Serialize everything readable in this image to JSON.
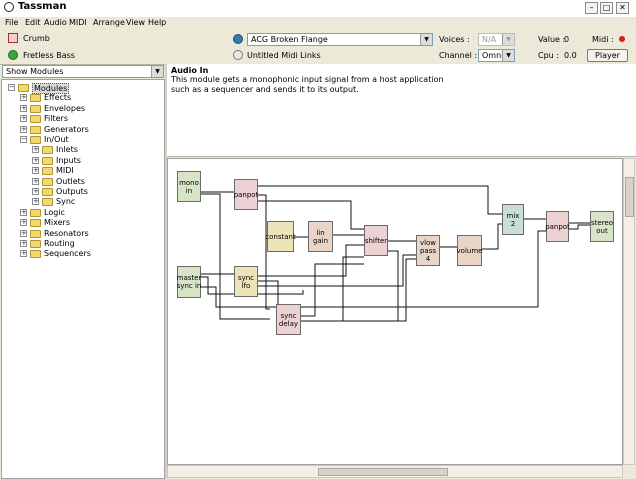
{
  "window": {
    "title": "Tassman",
    "min": "–",
    "max": "□",
    "close": "✕"
  },
  "menu": [
    "File",
    "Edit",
    "Audio",
    "MIDI",
    "Arrange",
    "View",
    "Help"
  ],
  "toolbar": {
    "instrument_name": "Crumb",
    "preset_name": "Fretless Bass",
    "preset_combo": "ACG Broken Flange",
    "midi_links": "Untitled Midi Links",
    "voices_label": "Voices :",
    "voices_value": "N/A",
    "channel_label": "Channel :",
    "channel_value": "Omni",
    "value_label": "Value :",
    "value_value": "0",
    "cpu_label": "Cpu :",
    "cpu_value": "0.0",
    "midi_label": "Midi :",
    "player_button": "Player",
    "midi_led_color": "#d02020"
  },
  "left": {
    "show_combo": "Show Modules",
    "tree": [
      {
        "label": "Modules",
        "level": 0,
        "exp": "−",
        "sel": true
      },
      {
        "label": "Effects",
        "level": 1,
        "exp": "+"
      },
      {
        "label": "Envelopes",
        "level": 1,
        "exp": "+"
      },
      {
        "label": "Filters",
        "level": 1,
        "exp": "+"
      },
      {
        "label": "Generators",
        "level": 1,
        "exp": "+"
      },
      {
        "label": "In/Out",
        "level": 1,
        "exp": "−"
      },
      {
        "label": "Inlets",
        "level": 2,
        "exp": "+"
      },
      {
        "label": "Inputs",
        "level": 2,
        "exp": "+"
      },
      {
        "label": "MIDI",
        "level": 2,
        "exp": "+"
      },
      {
        "label": "Outlets",
        "level": 2,
        "exp": "+"
      },
      {
        "label": "Outputs",
        "level": 2,
        "exp": "+"
      },
      {
        "label": "Sync",
        "level": 2,
        "exp": "+"
      },
      {
        "label": "Logic",
        "level": 1,
        "exp": "+"
      },
      {
        "label": "Mixers",
        "level": 1,
        "exp": "+"
      },
      {
        "label": "Resonators",
        "level": 1,
        "exp": "+"
      },
      {
        "label": "Routing",
        "level": 1,
        "exp": "+"
      },
      {
        "label": "Sequencers",
        "level": 1,
        "exp": "+"
      }
    ]
  },
  "description": {
    "title": "Audio In",
    "line1": "This module gets a monophonic input signal from a host application",
    "line2": "such as a sequencer and sends it to its output."
  },
  "modules": {
    "mono_in": "mono\nin",
    "panpot1": "panpot",
    "constant": "constant",
    "lin_gain": "lin\ngain",
    "shifter": "shifter",
    "vlow_pass": "vlow\npass\n4",
    "volume": "volume",
    "mix2": "mix\n2",
    "panpot2": "panpot",
    "stereo_out": "stereo\nout",
    "master_sync": "master\nsync in",
    "sync_lfo": "sync\nlfo",
    "sync_delay": "sync\ndelay"
  }
}
